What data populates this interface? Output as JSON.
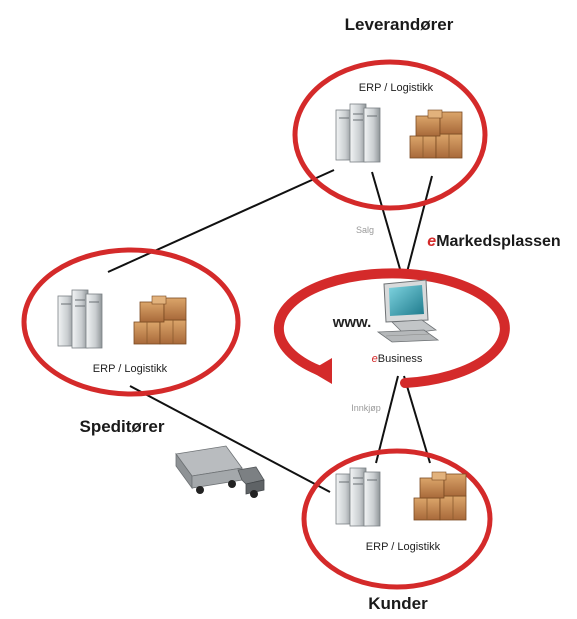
{
  "nodes": {
    "leverandorer": {
      "title": "Leverandører",
      "erp": "ERP / Logistikk"
    },
    "speditorer": {
      "title": "Speditører",
      "erp": "ERP / Logistikk"
    },
    "kunder": {
      "title": "Kunder",
      "erp": "ERP / Logistikk"
    }
  },
  "center": {
    "www": "www.",
    "ebusiness_prefix": "e",
    "ebusiness": "Business",
    "marketplace_prefix": "e",
    "marketplace": "Markedsplassen"
  },
  "edges": {
    "salg": "Salg",
    "innkjop": "Innkjøp"
  },
  "colors": {
    "ring": "#d42a2a",
    "line": "#111111",
    "box": "#c98a4e",
    "server": "#cfd3d6"
  },
  "icons": [
    "server-icon",
    "boxes-icon",
    "computer-icon",
    "truck-icon"
  ]
}
